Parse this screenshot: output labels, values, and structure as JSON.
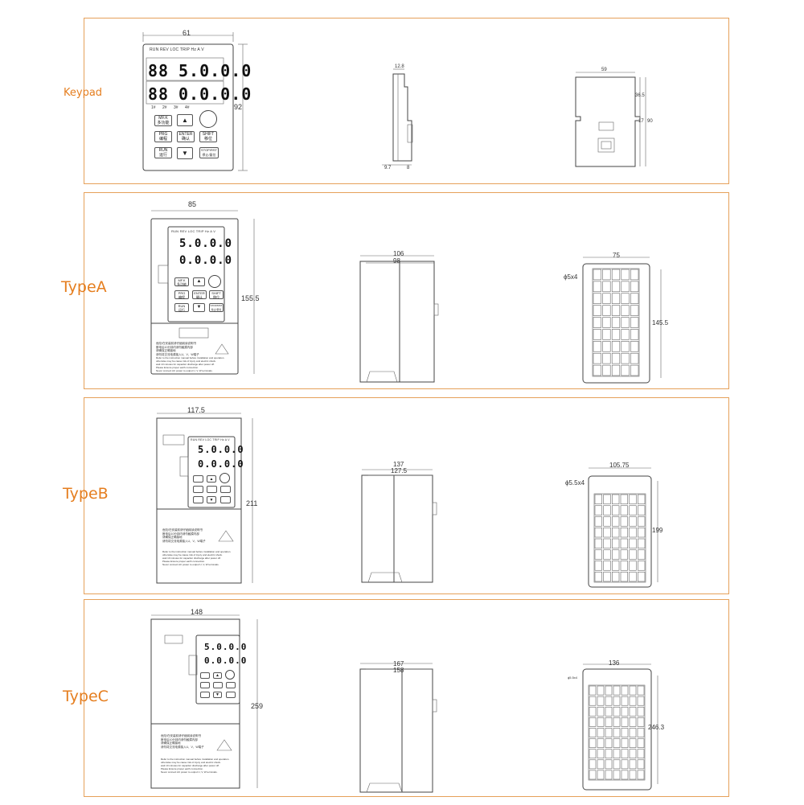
{
  "panels": [
    {
      "label": "Keypad"
    },
    {
      "label": "TypeA"
    },
    {
      "label": "TypeB"
    },
    {
      "label": "TypeC"
    }
  ],
  "keypad": {
    "dims": {
      "width": "61",
      "height": "92",
      "side_top": "12.8",
      "side_a": "9.7",
      "side_b": "8",
      "back_width": "59",
      "back_h1": "36.5",
      "back_h2": "17",
      "back_total": "90"
    },
    "header": "RUN  REV  LOC  TRIP  Hz A V",
    "display1": "5.0.0.0",
    "display2": "0.0.0.0",
    "units": [
      "1#",
      "2#",
      "3#",
      "4#"
    ],
    "keys": {
      "mfk": "MF.K\n多功能",
      "prg": "PRG\n编程",
      "enter": "ENTER\n确认",
      "shift": "SHIFT\n移位",
      "run": "RUN\n运行",
      "stop": "STOP/RST\n停止/复位",
      "up": "▲",
      "down": "▼"
    }
  },
  "typeA": {
    "width": "85",
    "height": "155.5",
    "side_outer": "106",
    "side_inner": "98",
    "back_width": "75",
    "hole": "ϕ5x4",
    "back_height": "145.5"
  },
  "typeB": {
    "width": "117.5",
    "height": "211",
    "side_outer": "137",
    "side_inner": "127.5",
    "back_width": "105.75",
    "hole": "ϕ5.5x4",
    "back_height": "199"
  },
  "typeC": {
    "width": "148",
    "height": "259",
    "side_outer": "167",
    "side_inner": "158",
    "back_width": "136",
    "hole": "ϕ5.5x4",
    "back_height": "246.3"
  },
  "warning_text": {
    "cn": "危险!在安装前请仔细阅读说明书\n断电后10分钟内请勿触摸内部\n请确保正确接地\n请勿将交流电源接入U、V、W端子",
    "en": "Refer to the instruction manual before installation and operation.\notherwise may be cause risk of injury and electric shock.\nwait 10 minutes for capacitor discharge after power off.\nPlease Ensure proper earth connection.\nNever connect AC power to output U, V, W terminals."
  }
}
